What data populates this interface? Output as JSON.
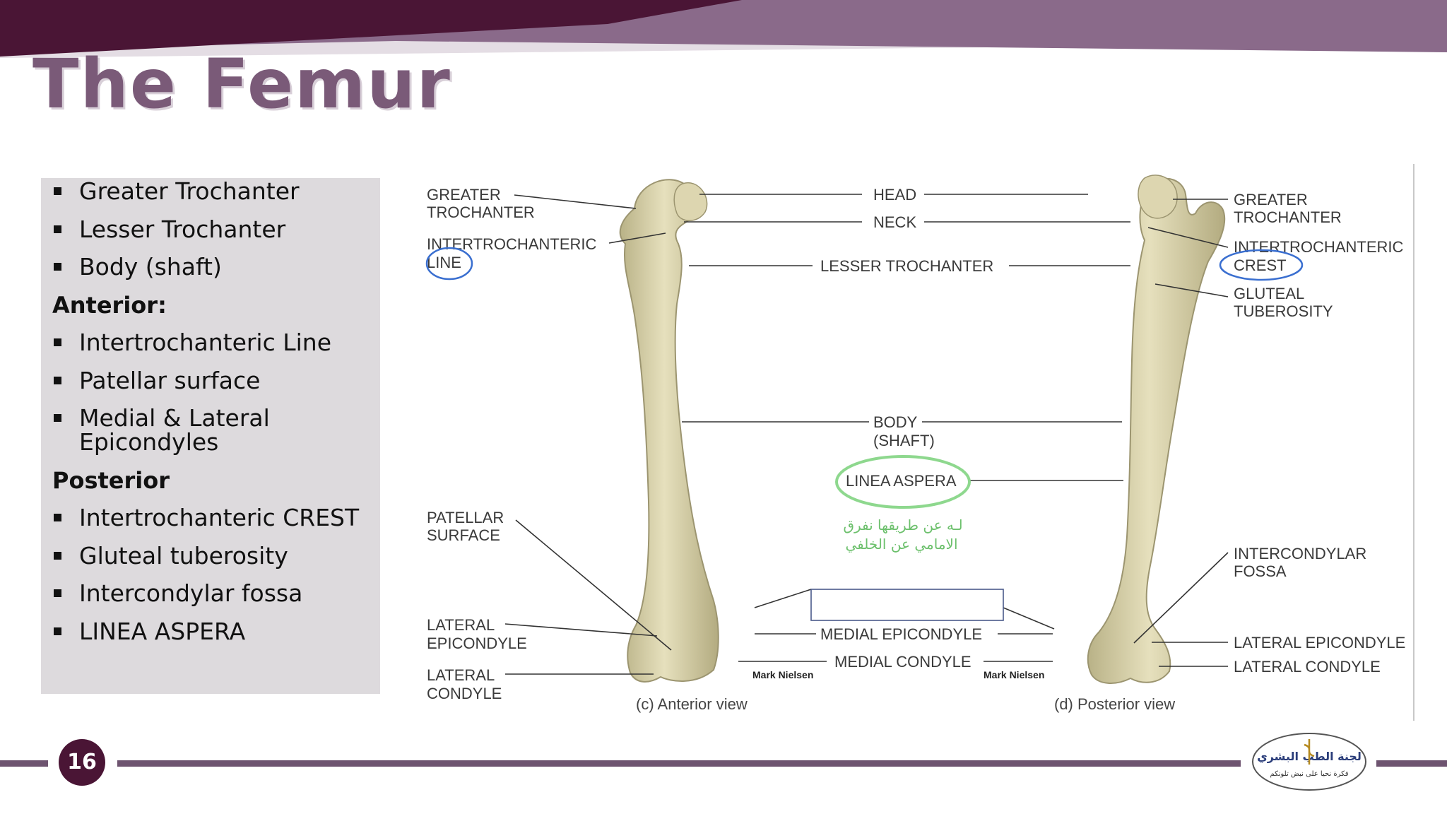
{
  "slide": {
    "title": "The Femur",
    "page_number": "16"
  },
  "colors": {
    "banner_dark": "#4a1535",
    "banner_mid": "#8a6a8a",
    "title_text": "#7a5a78",
    "panel_bg": "#dddadd",
    "footer_line": "#6e5470",
    "annotation_green": "#6cc06c",
    "annotation_blue": "#3a6fd0",
    "bone": "#d9d3a8"
  },
  "panel": {
    "items": [
      {
        "type": "bullet",
        "text": "Greater Trochanter"
      },
      {
        "type": "bullet",
        "text": "Lesser Trochanter"
      },
      {
        "type": "bullet",
        "text": "Body (shaft)"
      },
      {
        "type": "heading",
        "text": "Anterior:"
      },
      {
        "type": "bullet",
        "text": "Intertrochanteric Line"
      },
      {
        "type": "bullet",
        "text": "Patellar surface"
      },
      {
        "type": "bullet",
        "text": "Medial & Lateral Epicondyles"
      },
      {
        "type": "heading",
        "text": "Posterior"
      },
      {
        "type": "bullet",
        "text": "Intertrochanteric CREST"
      },
      {
        "type": "bullet",
        "text": "Gluteal tuberosity"
      },
      {
        "type": "bullet",
        "text": "Intercondylar fossa"
      },
      {
        "type": "bullet",
        "text": "LINEA ASPERA"
      }
    ]
  },
  "diagram": {
    "labels": {
      "greater_trochanter_left": [
        "GREATER",
        "TROCHANTER"
      ],
      "intertrochanteric_line": [
        "INTERTROCHANTERIC",
        "LINE"
      ],
      "patellar_surface": [
        "PATELLAR",
        "SURFACE"
      ],
      "lateral_epicondyle_left": [
        "LATERAL",
        "EPICONDYLE"
      ],
      "lateral_condyle_left": [
        "LATERAL",
        "CONDYLE"
      ],
      "head": "HEAD",
      "neck": "NECK",
      "lesser_trochanter": "LESSER TROCHANTER",
      "body_shaft": [
        "BODY",
        "(SHAFT)"
      ],
      "linea_aspera": "LINEA ASPERA",
      "medial_epicondyle": "MEDIAL EPICONDYLE",
      "medial_condyle": "MEDIAL CONDYLE",
      "greater_trochanter_right": [
        "GREATER",
        "TROCHANTER"
      ],
      "intertrochanteric_crest": [
        "INTERTROCHANTERIC",
        "CREST"
      ],
      "gluteal_tuberosity": [
        "GLUTEAL",
        "TUBEROSITY"
      ],
      "intercondylar_fossa": [
        "INTERCONDYLAR",
        "FOSSA"
      ],
      "lateral_epicondyle_right": "LATERAL EPICONDYLE",
      "lateral_condyle_right": "LATERAL CONDYLE"
    },
    "credit": "Mark Nielsen",
    "caption_anterior": "(c) Anterior view",
    "caption_posterior": "(d) Posterior view",
    "handwritten_note": [
      "لـه عن طريقها نفرق",
      "الامامي عن الخلفي"
    ]
  },
  "logo": {
    "text_main": "لجنة الطب البشري",
    "text_sub": "فكرة نحيا على نبض تلونكم"
  }
}
